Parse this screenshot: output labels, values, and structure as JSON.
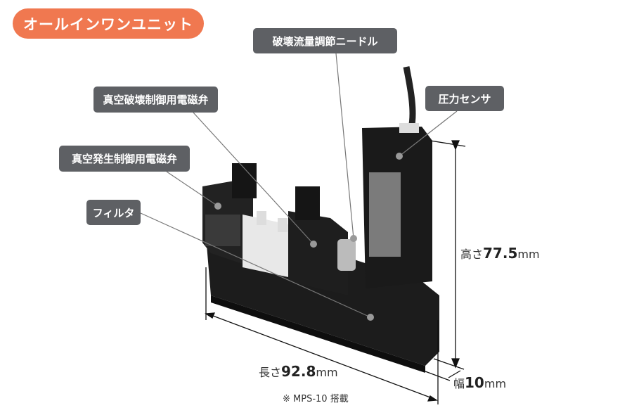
{
  "title": "オールインワンユニット",
  "callouts": {
    "needle": "破壊流量調節ニードル",
    "break_valve": "真空破壊制御用電磁弁",
    "gen_valve": "真空発生制御用電磁弁",
    "filter": "フィルタ",
    "sensor": "圧力センサ"
  },
  "dimensions": {
    "height": {
      "prefix": "高さ",
      "value": "77.5",
      "unit": "mm"
    },
    "length": {
      "prefix": "長さ",
      "value": "92.8",
      "unit": "mm"
    },
    "width": {
      "prefix": "幅",
      "value": "10",
      "unit": "mm"
    }
  },
  "note": "※ MPS-10 搭載",
  "colors": {
    "accent": "#f07850",
    "label_bg": "#5e6064"
  }
}
